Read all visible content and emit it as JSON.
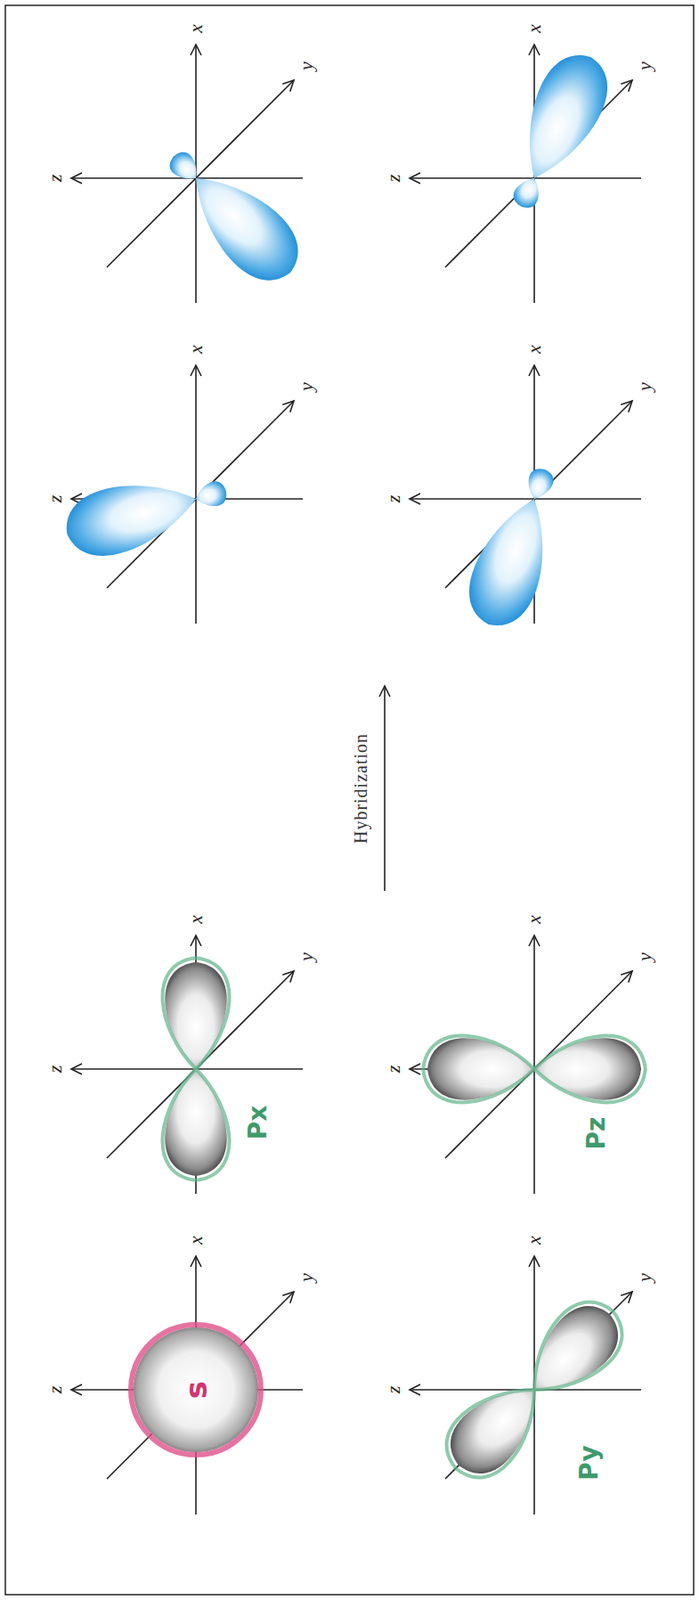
{
  "diagram": {
    "labels": [
      "z",
      "y",
      "x",
      "z",
      "y",
      "x",
      "z",
      "y",
      "x",
      "z",
      "y",
      "x",
      "Hybridization",
      "z",
      "y",
      "x",
      "Px",
      "z",
      "y",
      "x",
      "Pz",
      "z",
      "y",
      "x",
      "s",
      "z",
      "y",
      "x",
      "Py"
    ]
  }
}
